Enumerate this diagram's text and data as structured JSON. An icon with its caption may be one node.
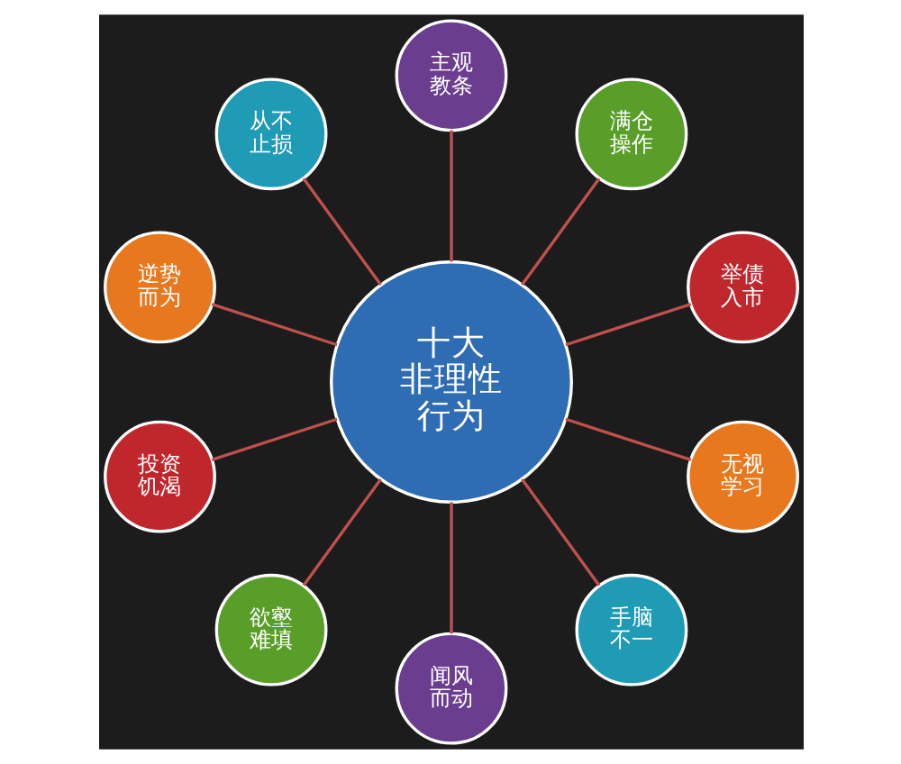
{
  "diagram": {
    "nodes": [
      {
        "text": [
          "十大非理性行为"
        ]
      },
      {
        "text": [
          "举债入市"
        ]
      },
      {
        "text": [
          "满仓操作"
        ]
      },
      {
        "text": [
          "主观教条"
        ]
      },
      {
        "text": [
          "从不止损"
        ]
      },
      {
        "text": [
          "逆势而为"
        ]
      },
      {
        "text": [
          "投资饥渴"
        ]
      },
      {
        "text": [
          "欲壑难填"
        ]
      },
      {
        "text": [
          "闻风而动"
        ]
      },
      {
        "text": [
          "手脑不一"
        ]
      },
      {
        "text": [
          "无视学习"
        ]
      }
    ],
    "edges": [
      {
        "from": 0,
        "to": 1,
        "arrow": "none"
      },
      {
        "from": 0,
        "to": 2,
        "arrow": "none"
      },
      {
        "from": 0,
        "to": 3,
        "arrow": "none"
      },
      {
        "from": 0,
        "to": 4,
        "arrow": "none"
      },
      {
        "from": 0,
        "to": 5,
        "arrow": "none"
      },
      {
        "from": 0,
        "to": 6,
        "arrow": "none"
      },
      {
        "from": 0,
        "to": 7,
        "arrow": "none"
      },
      {
        "from": 0,
        "to": 8,
        "arrow": "none"
      },
      {
        "from": 0,
        "to": 9,
        "arrow": "none"
      },
      {
        "from": 0,
        "to": 10,
        "arrow": "none"
      }
    ]
  }
}
